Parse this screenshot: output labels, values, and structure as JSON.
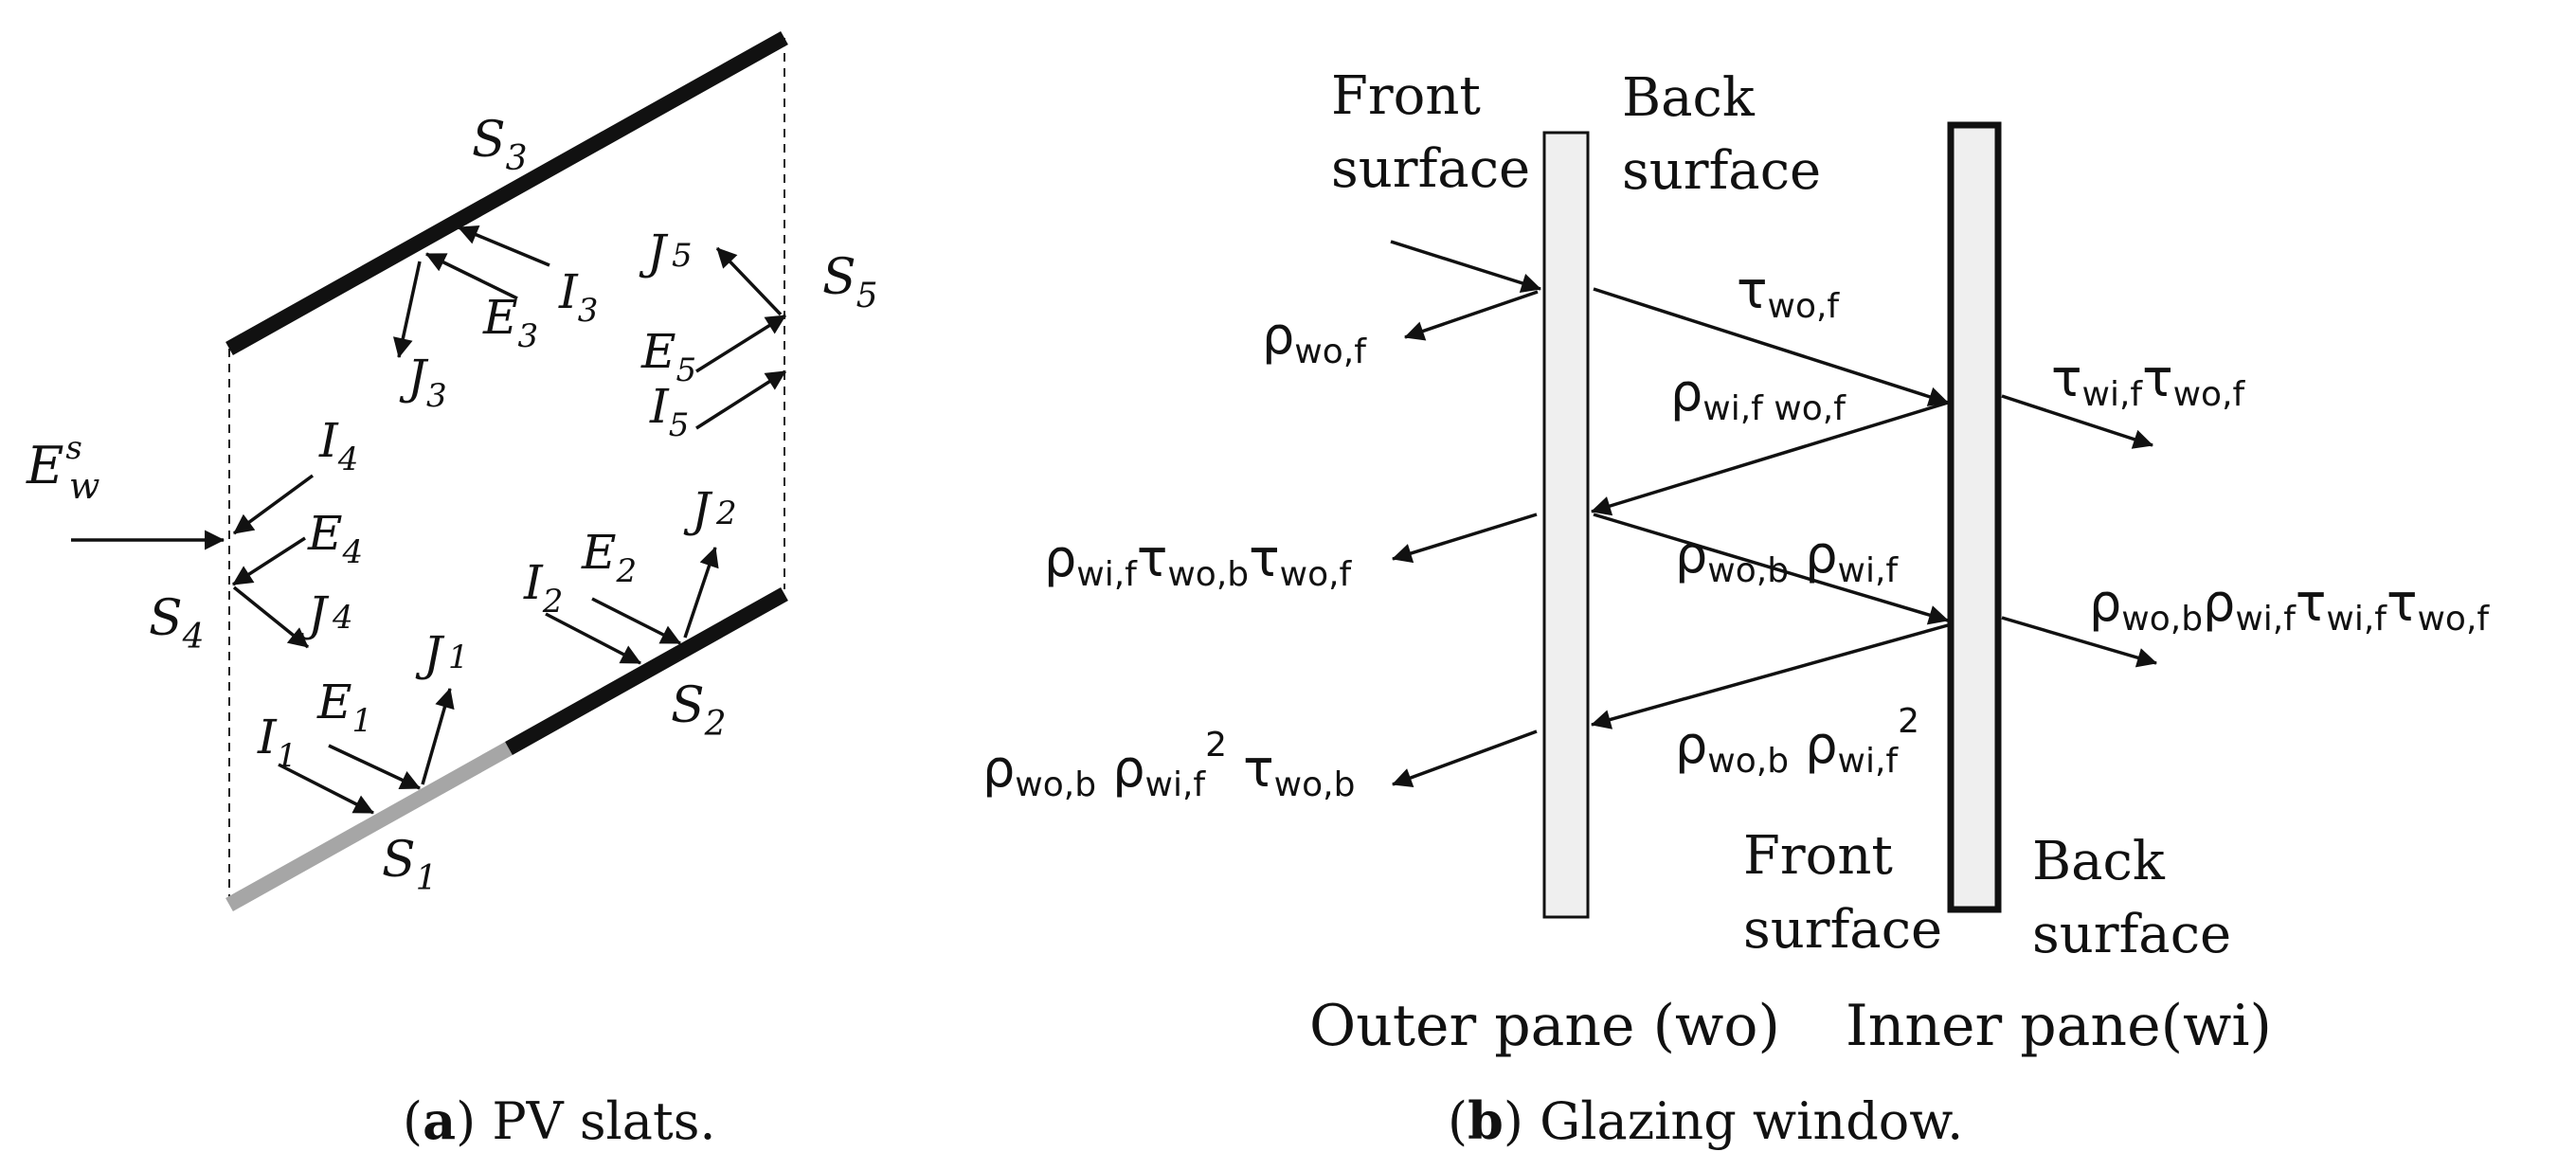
{
  "panel_a": {
    "surfaces": {
      "s1": {
        "base": "S",
        "sub": "1"
      },
      "s2": {
        "base": "S",
        "sub": "2"
      },
      "s3": {
        "base": "S",
        "sub": "3"
      },
      "s4": {
        "base": "S",
        "sub": "4"
      },
      "s5": {
        "base": "S",
        "sub": "5"
      }
    },
    "incoming": {
      "base": "E",
      "sup": "s",
      "sub": "w"
    },
    "fluxes": {
      "i1": {
        "base": "I",
        "sub": "1"
      },
      "e1": {
        "base": "E",
        "sub": "1"
      },
      "j1": {
        "base": "J",
        "sub": "1"
      },
      "i2": {
        "base": "I",
        "sub": "2"
      },
      "e2": {
        "base": "E",
        "sub": "2"
      },
      "j2": {
        "base": "J",
        "sub": "2"
      },
      "i3": {
        "base": "I",
        "sub": "3"
      },
      "e3": {
        "base": "E",
        "sub": "3"
      },
      "j3": {
        "base": "J",
        "sub": "3"
      },
      "i4": {
        "base": "I",
        "sub": "4"
      },
      "e4": {
        "base": "E",
        "sub": "4"
      },
      "j4": {
        "base": "J",
        "sub": "4"
      },
      "i5": {
        "base": "I",
        "sub": "5"
      },
      "e5": {
        "base": "E",
        "sub": "5"
      },
      "j5": {
        "base": "J",
        "sub": "5"
      }
    },
    "caption": {
      "letter": "a",
      "text": " PV slats."
    },
    "colors": {
      "slat_black": "#111111",
      "pv_gray": "#a6a6a6"
    }
  },
  "panel_b": {
    "front_surface_outer": [
      "Front",
      "surface"
    ],
    "back_surface_outer": [
      "Back",
      "surface"
    ],
    "front_surface_inner": [
      "Front",
      "surface"
    ],
    "back_surface_inner": [
      "Back",
      "surface"
    ],
    "outer_pane_label": "Outer pane (wo)",
    "inner_pane_label": "Inner pane(wi)",
    "tau_wo_f": {
      "main": "τ",
      "sub": "wo,f"
    },
    "rho_wo_f": {
      "main": "ρ",
      "sub": "wo,f"
    },
    "rho_wif_wof": {
      "main": "ρ",
      "sub": "wi,f wo,f"
    },
    "tau_wif_tau_wof": [
      {
        "main": "τ",
        "sub": "wi,f"
      },
      {
        "main": "τ",
        "sub": "wo,f"
      }
    ],
    "rho_wif_tau_wob_tau_wof": [
      {
        "main": "ρ",
        "sub": "wi,f"
      },
      {
        "main": "τ",
        "sub": "wo,b"
      },
      {
        "main": "τ",
        "sub": "wo,f"
      }
    ],
    "rho_wob_rho_wif": [
      {
        "main": "ρ",
        "sub": "wo,b"
      },
      {
        "main": " ρ",
        "sub": "wi,f"
      }
    ],
    "rho_wob_rho_wif_tau_wif_tau_wof": [
      {
        "main": "ρ",
        "sub": "wo,b"
      },
      {
        "main": "ρ",
        "sub": "wi,f"
      },
      {
        "main": "τ",
        "sub": "wi,f"
      },
      {
        "main": "τ",
        "sub": "wo,f"
      }
    ],
    "rho_wob_rho_wif2": {
      "t1": "ρ",
      "s1": "wo,b",
      "t2": " ρ",
      "s2": "wi,f",
      "sup": "2"
    },
    "rho_wob_rho_wif2_tau_wob": {
      "t1": "ρ",
      "s1": "wo,b",
      "t2": "  ρ",
      "s2": "wi,f",
      "sup": "2",
      "t3": " τ",
      "s3": "wo,b"
    },
    "caption": {
      "letter": "b",
      "text": " Glazing window."
    },
    "colors": {
      "pane_fill": "#efefef",
      "pane_stroke": "#111111"
    }
  }
}
